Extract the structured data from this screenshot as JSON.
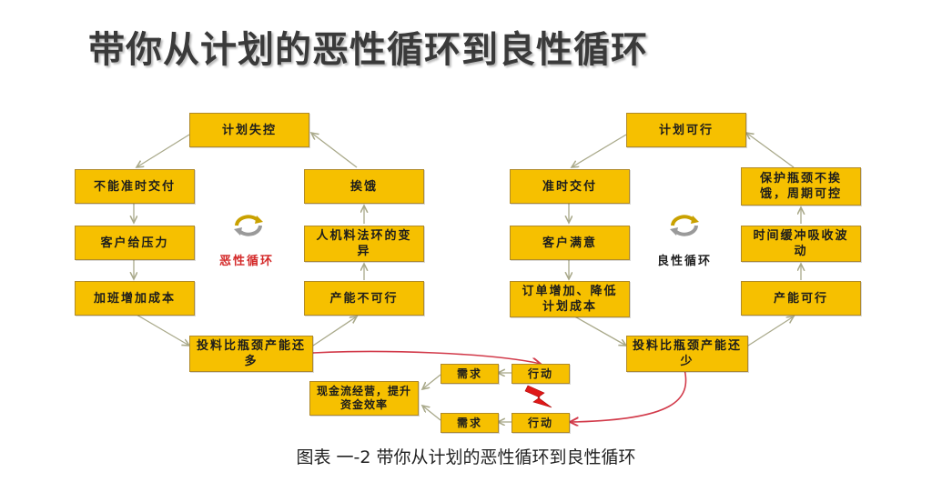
{
  "page": {
    "title": "带你从计划的恶性循环到良性循环",
    "caption": "图表 一-2 带你从计划的恶性循环到良性循环"
  },
  "vicious": {
    "label": "恶性循环",
    "label_color": "#d42a2a",
    "top": "计划失控",
    "left1": "不能准时交付",
    "left2": "客户给压力",
    "left3": "加班增加成本",
    "bottom": "投料比瓶颈产能还多",
    "right3": "产能不可行",
    "right2": "人机料法环的变异",
    "right1": "挨饿"
  },
  "virtuous": {
    "label": "良性循环",
    "label_color": "#222222",
    "top": "计划可行",
    "left1": "准时交付",
    "left2": "客户满意",
    "left3": "订单增加、降低计划成本",
    "bottom": "投料比瓶颈产能还少",
    "right3": "产能可行",
    "right2": "时间缓冲吸收波动",
    "right1": "保护瓶颈不挨饿，周期可控"
  },
  "transition": {
    "demand_top": "需求",
    "action_top": "行动",
    "cash": "现金流经营，提升资金效率",
    "demand_bottom": "需求",
    "action_bottom": "行动"
  },
  "colors": {
    "box_fill": "#f6c000",
    "box_border": "#b08a28",
    "arrow_gray": "#a9a98a",
    "arrow_red": "#d23a4a",
    "bolt_red": "#e01818"
  },
  "icons": [
    "cycle-arrows-icon",
    "lightning-icon"
  ]
}
